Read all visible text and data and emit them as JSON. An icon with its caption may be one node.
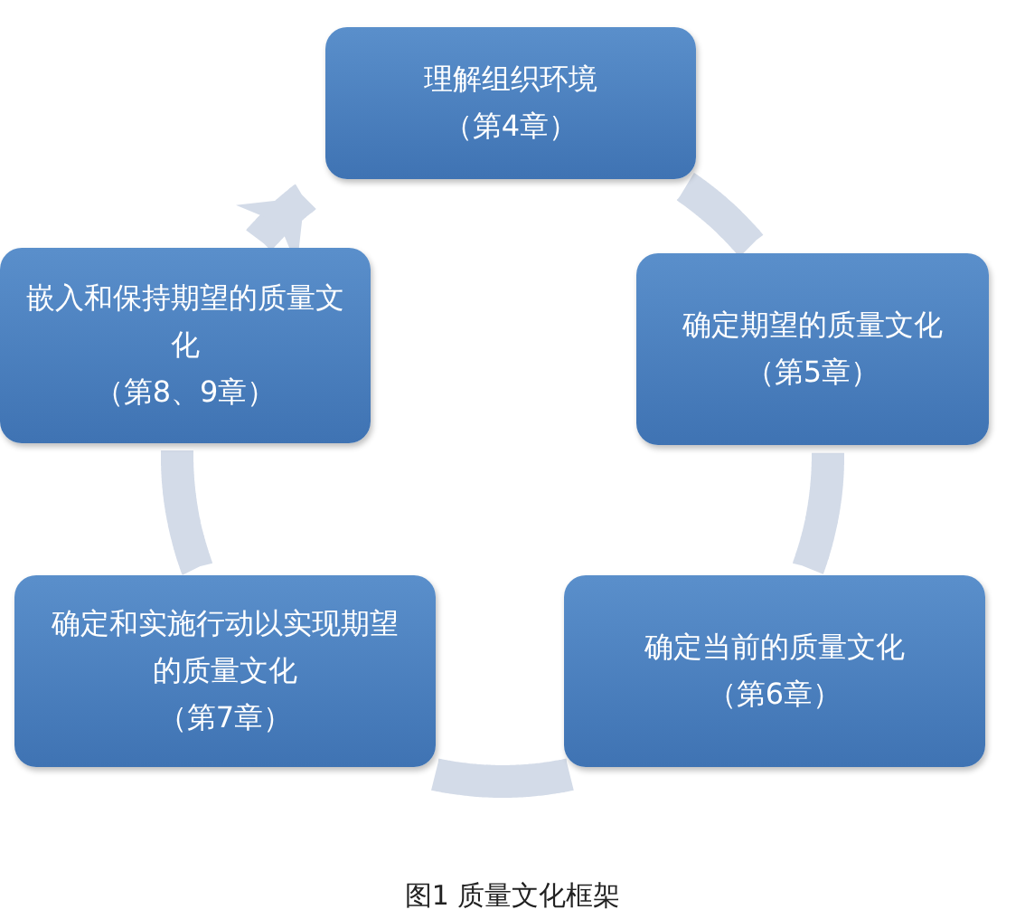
{
  "diagram": {
    "caption": "图1 质量文化框架",
    "nodes": [
      {
        "text": [
          "理解组织环境",
          "（第4章）"
        ]
      },
      {
        "text": [
          "确定期望的质量文化",
          "（第5章）"
        ]
      },
      {
        "text": [
          "确定当前的质量文化",
          "（第6章）"
        ]
      },
      {
        "text": [
          "确定和实施行动以实现期望的质量文化",
          "（第7章）"
        ]
      },
      {
        "text": [
          "嵌入和保持期望的质量文化",
          "（第8、9章）"
        ]
      }
    ],
    "edges": [
      {
        "from": 0,
        "to": 1,
        "arrow": "none"
      },
      {
        "from": 1,
        "to": 2,
        "arrow": "none"
      },
      {
        "from": 2,
        "to": 3,
        "arrow": "none"
      },
      {
        "from": 3,
        "to": 4,
        "arrow": "none"
      },
      {
        "from": 4,
        "to": 0,
        "arrow": "to"
      }
    ]
  }
}
